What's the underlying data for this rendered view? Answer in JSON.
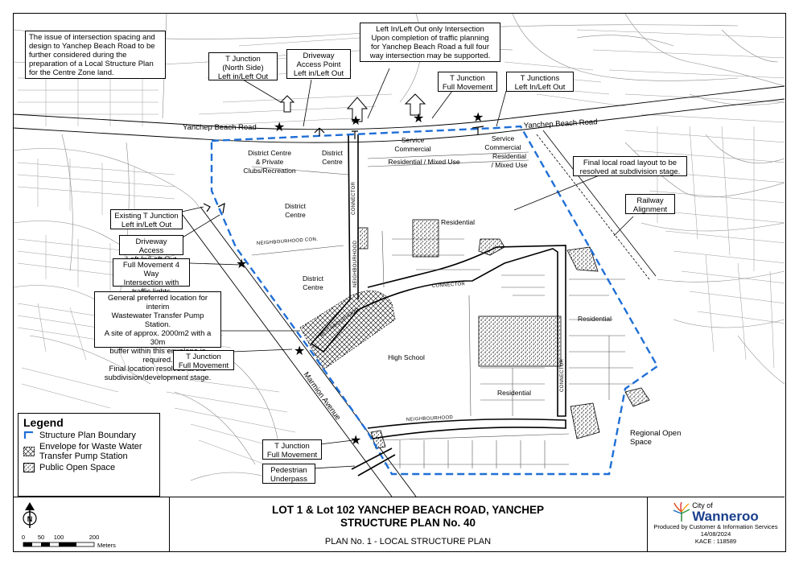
{
  "roads": {
    "yanchep_west": "Yanchep Beach Road",
    "yanchep_east": "Yanchep Beach Road",
    "marmion": "Marmion Avenue"
  },
  "zones": {
    "dc_private_1": "District Centre",
    "dc_private_2": "& Private",
    "dc_private_3": "Clubs/Recreation",
    "dc_top_1": "District",
    "dc_top_2": "Centre",
    "dc_mid_1": "District",
    "dc_mid_2": "Centre",
    "dc_low_1": "District",
    "dc_low_2": "Centre",
    "service_comm_1_a": "Service",
    "service_comm_1_b": "Commercial",
    "service_comm_2_a": "Service",
    "service_comm_2_b": "Commercial",
    "res_mixed": "Residential / Mixed Use",
    "res_mixed_2a": "Residential",
    "res_mixed_2b": "/ Mixed Use",
    "res_north": "Residential",
    "res_east": "Residential",
    "res_south": "Residential",
    "high_school": "High School"
  },
  "small_roads": {
    "connector_vertical": "CONNECTOR",
    "connector_middle": "CONNECTOR",
    "connector_east": "CONNECTOR",
    "neighbourhood_con": "NEIGHBOURHOOD CON.",
    "neighbourhood_vertical": "NEIGHBOURHOOD",
    "neighbourhood_diag": "NEIGHBOURHOOD",
    "neighbourhood_south": "NEIGHBOURHOOD"
  },
  "callouts": {
    "intersection_spacing": "The issue of intersection spacing and design to Yanchep Beach Road to be further considered during the preparation of a Local Structure Plan for the Centre Zone land.",
    "t_junction_north": [
      "T Junction",
      "(North Side)",
      "Left in/Left Out"
    ],
    "driveway_access_top": [
      "Driveway",
      "Access Point",
      "Left in/Left Out"
    ],
    "left_in_only": [
      "Left In/Left Out only Intersection",
      "Upon completion of traffic planning",
      "for Yanchep Beach Road a full four",
      "way intersection may be supported."
    ],
    "t_junction_full_top": [
      "T Junction",
      "Full Movement"
    ],
    "t_junctions_left": [
      "T Junctions",
      "Left In/Left Out"
    ],
    "final_layout": [
      "Final local road layout to be",
      "resolved at subdivision stage."
    ],
    "railway": [
      "Railway",
      "Alignment"
    ],
    "existing_t": [
      "Existing T Junction",
      "Left in/Left Out"
    ],
    "driveway_access_left": [
      "Driveway Access",
      "Left In/Left Out"
    ],
    "full_movement_4way": [
      "Full Movement 4 Way",
      "Intersection with",
      "traffic lights"
    ],
    "wastewater": [
      "General preferred location for interim",
      "Wastewater Transfer Pump Station.",
      "A site of approx. 2000m2 with a 30m",
      "buffer within this envelope is required.",
      "Final location resolved at the",
      "subdivision/development stage."
    ],
    "t_junction_full_mid": [
      "T Junction",
      "Full Movement"
    ],
    "t_junction_full_low": [
      "T Junction",
      "Full Movement"
    ],
    "pedestrian": [
      "Pedestrian",
      "Underpass"
    ],
    "regional_os": [
      "Regional Open",
      "Space"
    ]
  },
  "legend": {
    "title": "Legend",
    "boundary": "Structure Plan Boundary",
    "envelope": "Envelope for Waste Water Transfer Pump Station",
    "pos": "Public Open Space"
  },
  "title_block": {
    "north": "N",
    "scale_ticks": [
      "0",
      "50",
      "100",
      "200"
    ],
    "scale_unit": "Meters",
    "title_line1": "LOT 1 & Lot 102 YANCHEP BEACH ROAD, YANCHEP",
    "title_line2": "STRUCTURE PLAN No. 40",
    "plan_name": "PLAN No. 1 - LOCAL STRUCTURE PLAN",
    "city_of": "City of",
    "city_name": "Wanneroo",
    "produced_by": "Produced by Customer & Information Services",
    "date": "14/08/2024",
    "kace": "KACE : 118589"
  },
  "colors": {
    "boundary": "#1f6fd6",
    "brand": "#1a3f8c",
    "lots": "#7a7a7a"
  }
}
